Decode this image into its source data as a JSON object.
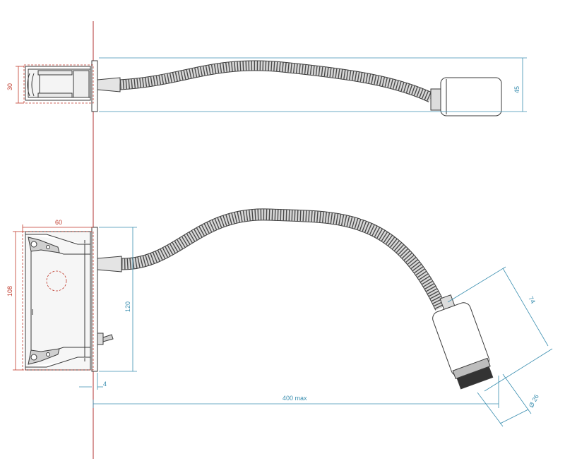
{
  "dimensions": {
    "depth_30": "30",
    "height_45": "45",
    "width_60": "60",
    "height_108": "108",
    "plate_120": "120",
    "plate_offset_4": "4",
    "reach_400": "400 max",
    "head_74": "74",
    "head_dia": "Ø 26"
  },
  "colors": {
    "outline": "#3a3a3a",
    "dim_red": "#c0392b",
    "dim_blue": "#3b8fb0",
    "wall": "#b03030",
    "hose_fill": "#d8d8d8"
  }
}
